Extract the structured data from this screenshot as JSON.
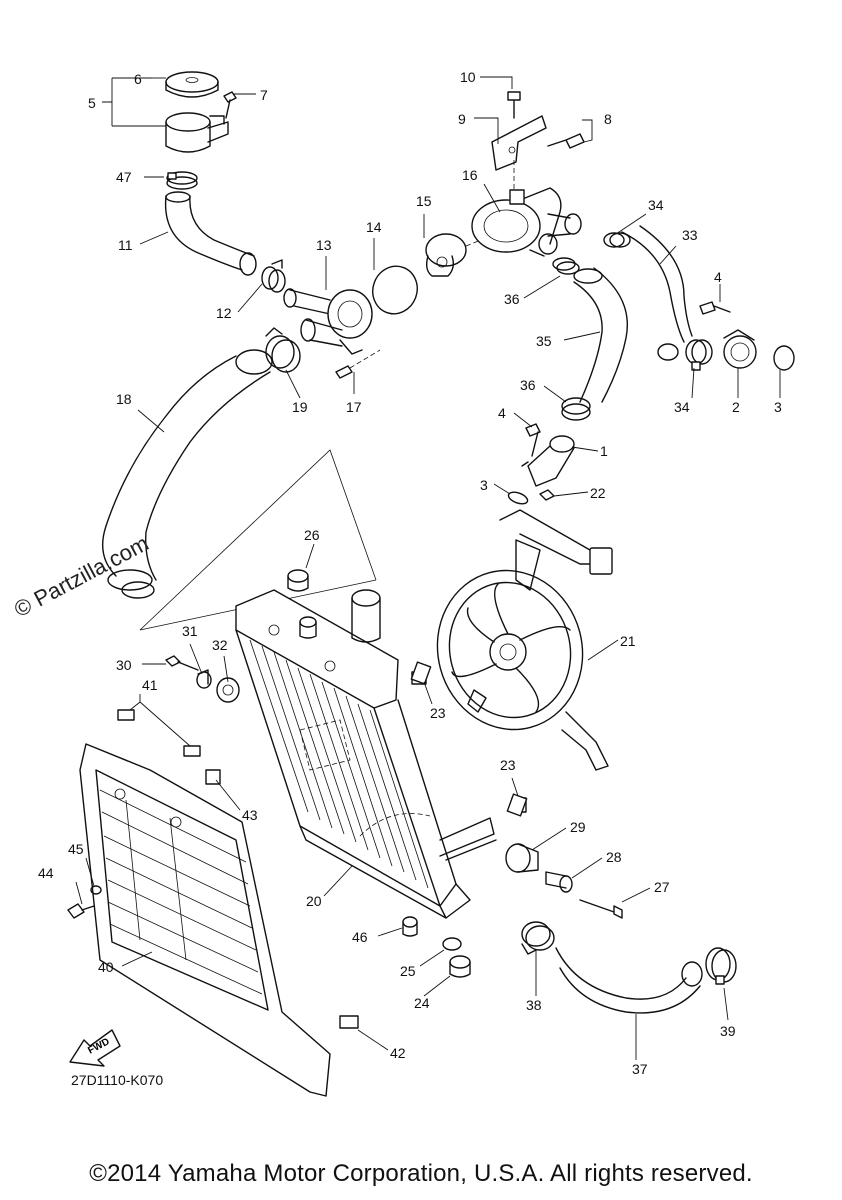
{
  "diagram": {
    "code": "27D1110-K070",
    "copyright": "©2014 Yamaha Motor Corporation, U.S.A. All rights reserved.",
    "watermark": "© Partzilla.com",
    "fwd_label": "FWD",
    "callouts": [
      {
        "id": "c1",
        "label": "1"
      },
      {
        "id": "c2",
        "label": "2"
      },
      {
        "id": "c3a",
        "label": "3"
      },
      {
        "id": "c3b",
        "label": "3"
      },
      {
        "id": "c4a",
        "label": "4"
      },
      {
        "id": "c4b",
        "label": "4"
      },
      {
        "id": "c5",
        "label": "5"
      },
      {
        "id": "c6",
        "label": "6"
      },
      {
        "id": "c7",
        "label": "7"
      },
      {
        "id": "c8",
        "label": "8"
      },
      {
        "id": "c9",
        "label": "9"
      },
      {
        "id": "c10",
        "label": "10"
      },
      {
        "id": "c11",
        "label": "11"
      },
      {
        "id": "c12",
        "label": "12"
      },
      {
        "id": "c13",
        "label": "13"
      },
      {
        "id": "c14",
        "label": "14"
      },
      {
        "id": "c15",
        "label": "15"
      },
      {
        "id": "c16",
        "label": "16"
      },
      {
        "id": "c17",
        "label": "17"
      },
      {
        "id": "c18",
        "label": "18"
      },
      {
        "id": "c19",
        "label": "19"
      },
      {
        "id": "c20",
        "label": "20"
      },
      {
        "id": "c21",
        "label": "21"
      },
      {
        "id": "c22",
        "label": "22"
      },
      {
        "id": "c23a",
        "label": "23"
      },
      {
        "id": "c23b",
        "label": "23"
      },
      {
        "id": "c24",
        "label": "24"
      },
      {
        "id": "c25",
        "label": "25"
      },
      {
        "id": "c26",
        "label": "26"
      },
      {
        "id": "c27",
        "label": "27"
      },
      {
        "id": "c28",
        "label": "28"
      },
      {
        "id": "c29",
        "label": "29"
      },
      {
        "id": "c30",
        "label": "30"
      },
      {
        "id": "c31",
        "label": "31"
      },
      {
        "id": "c32",
        "label": "32"
      },
      {
        "id": "c33",
        "label": "33"
      },
      {
        "id": "c34a",
        "label": "34"
      },
      {
        "id": "c34b",
        "label": "34"
      },
      {
        "id": "c35",
        "label": "35"
      },
      {
        "id": "c36a",
        "label": "36"
      },
      {
        "id": "c36b",
        "label": "36"
      },
      {
        "id": "c37",
        "label": "37"
      },
      {
        "id": "c38",
        "label": "38"
      },
      {
        "id": "c39",
        "label": "39"
      },
      {
        "id": "c40",
        "label": "40"
      },
      {
        "id": "c41",
        "label": "41"
      },
      {
        "id": "c42",
        "label": "42"
      },
      {
        "id": "c43",
        "label": "43"
      },
      {
        "id": "c44",
        "label": "44"
      },
      {
        "id": "c45",
        "label": "45"
      },
      {
        "id": "c46",
        "label": "46"
      },
      {
        "id": "c47",
        "label": "47"
      }
    ]
  }
}
